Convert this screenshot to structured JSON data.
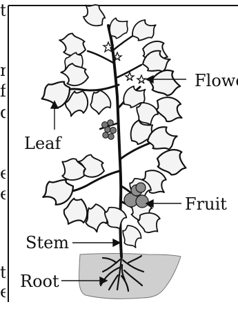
{
  "side_text_fragments": [
    "t",
    "n",
    "f",
    "d",
    "e",
    "e",
    "t",
    "e"
  ],
  "labels": {
    "flower": "Flowe",
    "leaf": "Leaf",
    "fruit": "Fruit",
    "stem": "Stem",
    "root": "Root"
  },
  "colors": {
    "line": "#111111",
    "leaf_fill": "#f4f4f4",
    "fruit_fill": "#8e8e8e",
    "soil_fill": "#cfcfcf"
  }
}
